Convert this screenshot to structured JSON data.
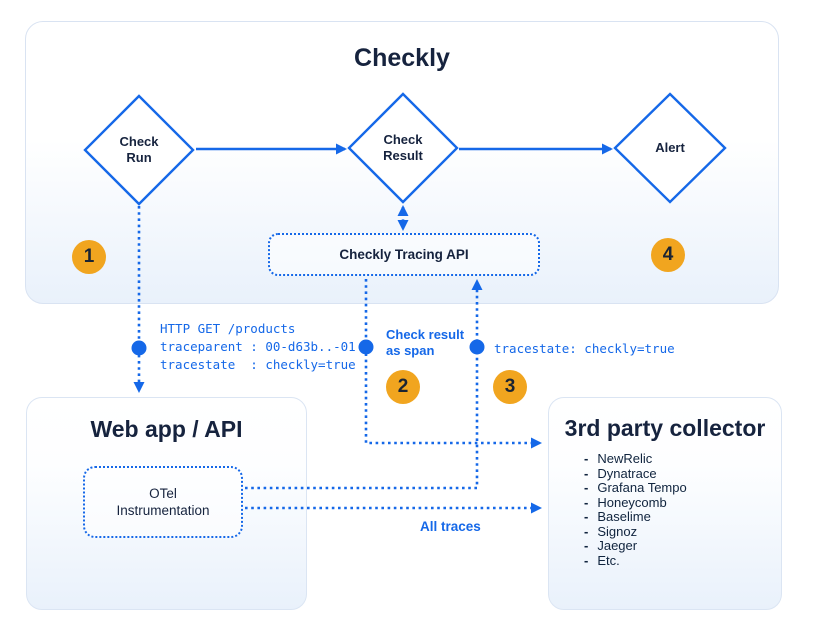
{
  "colors": {
    "blue": "#1568e8",
    "orange": "#f1a51f",
    "navy": "#16233e"
  },
  "checkly": {
    "title": "Checkly",
    "check_run": {
      "line1": "Check",
      "line2": "Run"
    },
    "check_result": {
      "line1": "Check",
      "line2": "Result"
    },
    "alert": "Alert",
    "tracing_api": "Checkly Tracing API"
  },
  "webapp": {
    "title": "Web app / API",
    "otel": {
      "line1": "OTel",
      "line2": "Instrumentation"
    }
  },
  "collector": {
    "title": "3rd party collector",
    "bullet": "-",
    "items": [
      "NewRelic",
      "Dynatrace",
      "Grafana Tempo",
      "Honeycomb",
      "Baselime",
      "Signoz",
      "Jaeger",
      "Etc."
    ]
  },
  "annotations": {
    "http": {
      "line1": "HTTP GET /products",
      "line2": "traceparent : 00-d63b..-01",
      "line3": "tracestate  : checkly=true"
    },
    "span": {
      "line1": "Check result",
      "line2": "as span"
    },
    "tracestate": "tracestate: checkly=true",
    "all_traces": "All traces"
  },
  "steps": {
    "s1": "1",
    "s2": "2",
    "s3": "3",
    "s4": "4"
  }
}
